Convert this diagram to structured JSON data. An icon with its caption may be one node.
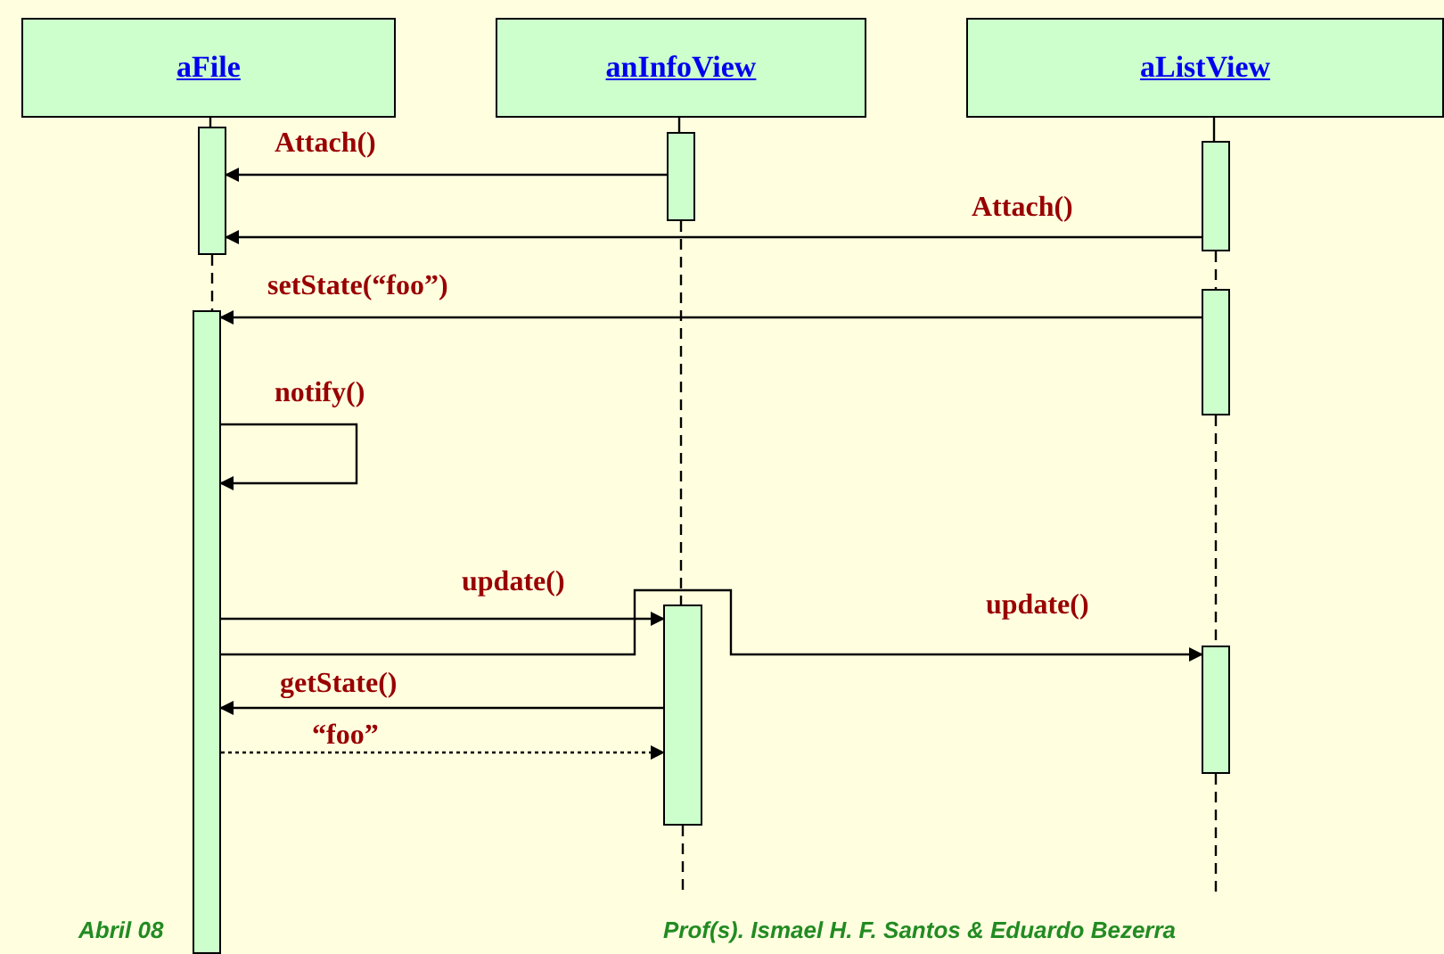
{
  "diagram": {
    "nodes": [
      {
        "text": [
          "aFile"
        ]
      },
      {
        "text": [
          "anInfoView"
        ]
      },
      {
        "text": [
          "aListView"
        ]
      },
      {
        "text": [],
        "shape": "bar"
      },
      {
        "text": [],
        "shape": "bar"
      },
      {
        "text": [],
        "shape": "bar"
      },
      {
        "text": [],
        "shape": "bar"
      },
      {
        "text": [],
        "shape": "bar"
      },
      {
        "text": [],
        "shape": "bar"
      },
      {
        "text": [],
        "shape": "bar"
      }
    ],
    "edges": [
      {
        "from": 0,
        "to": 3,
        "arrow": "none"
      },
      {
        "from": 3,
        "to": 4,
        "arrow": "none",
        "style": "dashed"
      },
      {
        "from": 1,
        "to": 5,
        "arrow": "none"
      },
      {
        "from": 5,
        "to": 6,
        "arrow": "none",
        "style": "dashed"
      },
      {
        "from": 6,
        "to": null,
        "arrow": "none",
        "style": "dashed"
      },
      {
        "from": 2,
        "to": 7,
        "arrow": "none"
      },
      {
        "from": 7,
        "to": 8,
        "arrow": "none",
        "style": "dashed"
      },
      {
        "from": 8,
        "to": 9,
        "arrow": "none",
        "style": "dashed"
      },
      {
        "from": 9,
        "to": null,
        "arrow": "none",
        "style": "dashed"
      },
      {
        "from": 5,
        "to": 3,
        "arrow": "to",
        "label": "Attach()"
      },
      {
        "from": 7,
        "to": 3,
        "arrow": "to",
        "label": "Attach()"
      },
      {
        "from": 8,
        "to": 4,
        "arrow": "to",
        "label": "setState(“foo”)"
      },
      {
        "from": 4,
        "to": 4,
        "arrow": "to",
        "label": "notify()"
      },
      {
        "from": 4,
        "to": 6,
        "arrow": "to",
        "label": "update()"
      },
      {
        "from": 4,
        "to": 9,
        "arrow": "to",
        "label": "update()"
      },
      {
        "from": 6,
        "to": 4,
        "arrow": "to",
        "label": "getState()"
      },
      {
        "from": 4,
        "to": 6,
        "arrow": "to",
        "label": "“foo”",
        "style": "dashed"
      }
    ],
    "labels": [
      "Abril 08",
      "Prof(s). Ismael H. F. Santos & Eduardo Bezerra"
    ]
  }
}
